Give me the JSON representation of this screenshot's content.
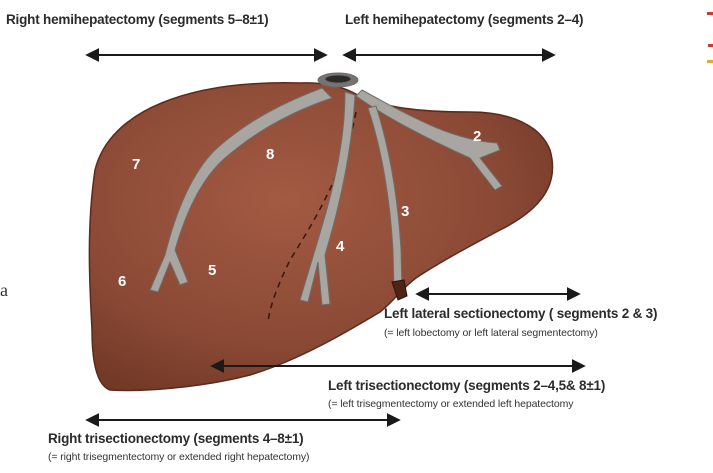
{
  "labels": {
    "right_hemi": "Right hemihepatectomy (segments 5–8±1)",
    "left_hemi": "Left hemihepatectomy (segments 2–4)",
    "left_lateral": "Left lateral sectionectomy ( segments 2 & 3)",
    "left_lateral_note": "(= left lobectomy or left lateral segmentectomy)",
    "left_tri": "Left trisectionectomy (segments 2–4,5& 8±1)",
    "left_tri_note": "(= left trisegmentectomy or extended left hepatectomy",
    "right_tri": "Right trisectionectomy (segments 4–8±1)",
    "right_tri_note": "(= right trisegmentectomy or extended right hepatectomy)"
  },
  "segments": {
    "s2": "2",
    "s3": "3",
    "s4": "4",
    "s5": "5",
    "s6": "6",
    "s7": "7",
    "s8": "8"
  },
  "edge_text": {
    "left_letter": "a"
  },
  "colors": {
    "liver": "#8b4a36",
    "liver_edge": "#5a2a1c",
    "vessels": "#a9a6a2",
    "arrows": "#1a1a1a"
  }
}
